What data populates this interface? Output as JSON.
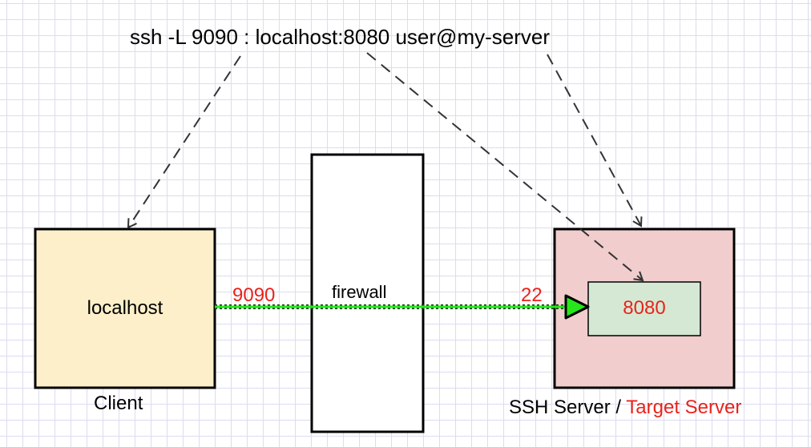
{
  "command": "ssh -L 9090 : localhost:8080 user@my-server",
  "client": {
    "host_label": "localhost",
    "caption": "Client",
    "port": "9090"
  },
  "firewall": {
    "label": "firewall"
  },
  "server": {
    "ssh_port": "22",
    "target_port": "8080",
    "caption_main": "SSH Server /",
    "caption_target": "Target Server"
  },
  "colors": {
    "client_fill": "#fcefc9",
    "server_fill": "#f1cdcd",
    "target_fill": "#d5e8d4",
    "tunnel": "#27e61b",
    "label_red": "#e8231b"
  }
}
